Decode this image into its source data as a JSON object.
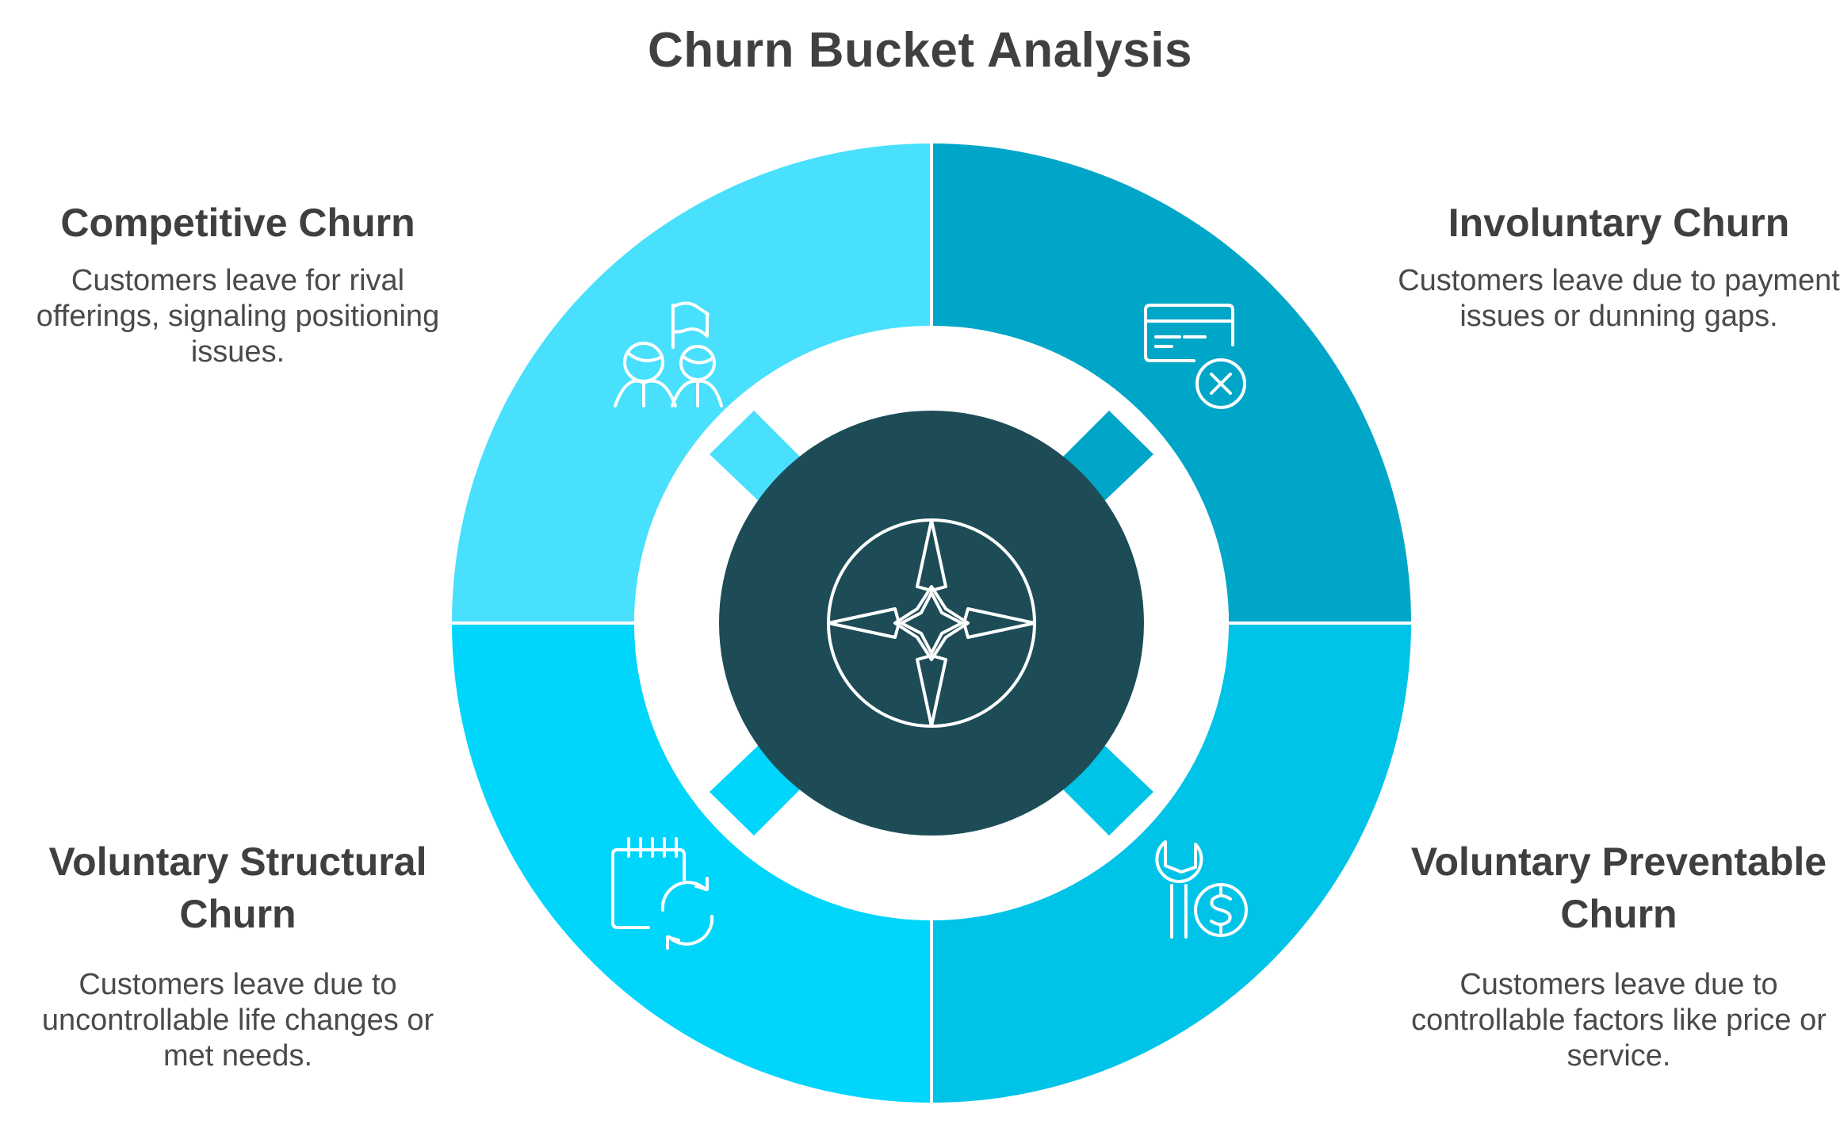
{
  "title": "Churn Bucket Analysis",
  "colors": {
    "competitive": "#48e0fd",
    "involuntary": "#00a6c8",
    "structural": "#00d5fb",
    "preventable": "#00c3e8",
    "hub": "#1d4c57",
    "text_dark": "#404040"
  },
  "quadrants": {
    "competitive": {
      "title": "Competitive Churn",
      "description": "Customers leave for rival offerings, signaling positioning issues.",
      "icon": "competitors-flag-icon"
    },
    "involuntary": {
      "title": "Involuntary Churn",
      "description": "Customers leave due to payment issues or dunning gaps.",
      "icon": "failed-payment-card-icon"
    },
    "structural": {
      "title": "Voluntary Structural Churn",
      "description": "Customers leave due to uncontrollable life changes or met needs.",
      "icon": "calendar-refresh-icon"
    },
    "preventable": {
      "title": "Voluntary Preventable Churn",
      "description": "Customers leave due to controllable factors like price or service.",
      "icon": "wrench-dollar-icon"
    }
  },
  "hub": {
    "icon": "compass-icon"
  }
}
